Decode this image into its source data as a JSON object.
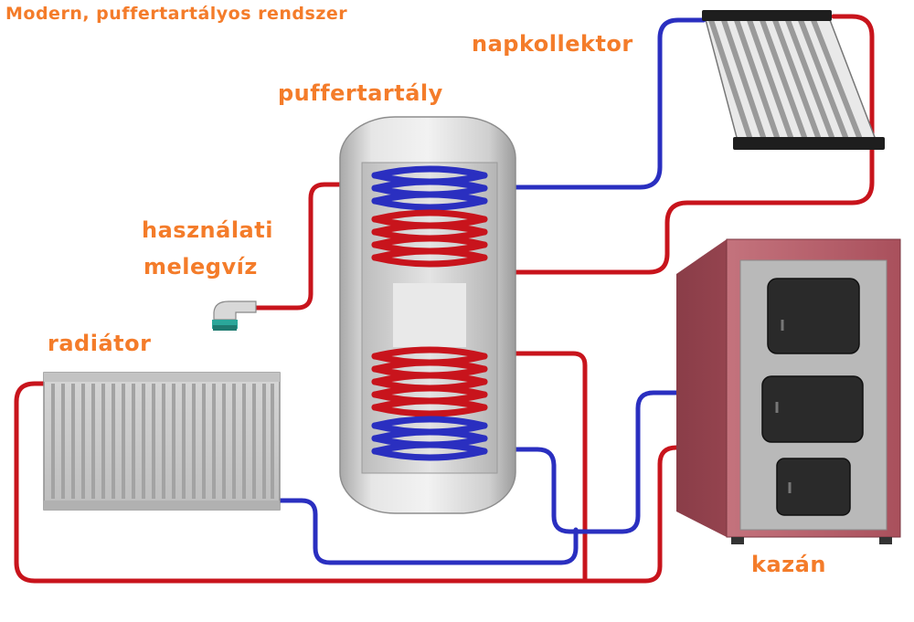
{
  "title": "Modern, puffertartályos rendszer",
  "labels": {
    "solar_collector": "napkollektor",
    "buffer_tank": "puffertartály",
    "hot_water_line1": "használati",
    "hot_water_line2": "melegvíz",
    "radiator": "radiátor",
    "boiler": "kazán"
  },
  "colors": {
    "label": "#f47c2a",
    "hot_pipe": "#c8141c",
    "cold_pipe": "#2a2fc0",
    "tank": "#d9d9d9",
    "boiler": "#b24c5a"
  }
}
